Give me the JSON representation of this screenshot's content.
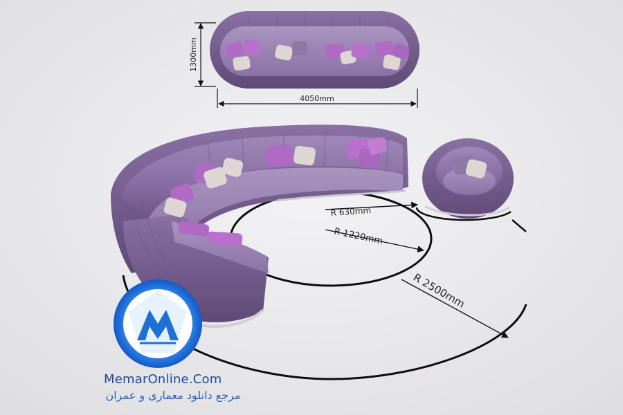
{
  "dimensions": {
    "height_label": "1300mm",
    "width_label": "4050mm",
    "r1_label": "R 630mm",
    "r2_label": "R 1220mm",
    "r3_label": "R 2500mm"
  },
  "watermark": {
    "site": "MemarOnline.Com",
    "tagline": "مرجع دانلود معماری و عمران"
  },
  "colors": {
    "upholstery": "#8e74a8",
    "pillow_violet": "#b06ac4",
    "pillow_cream": "#ddd6d2",
    "logo_blue": "#1e6fd6"
  }
}
